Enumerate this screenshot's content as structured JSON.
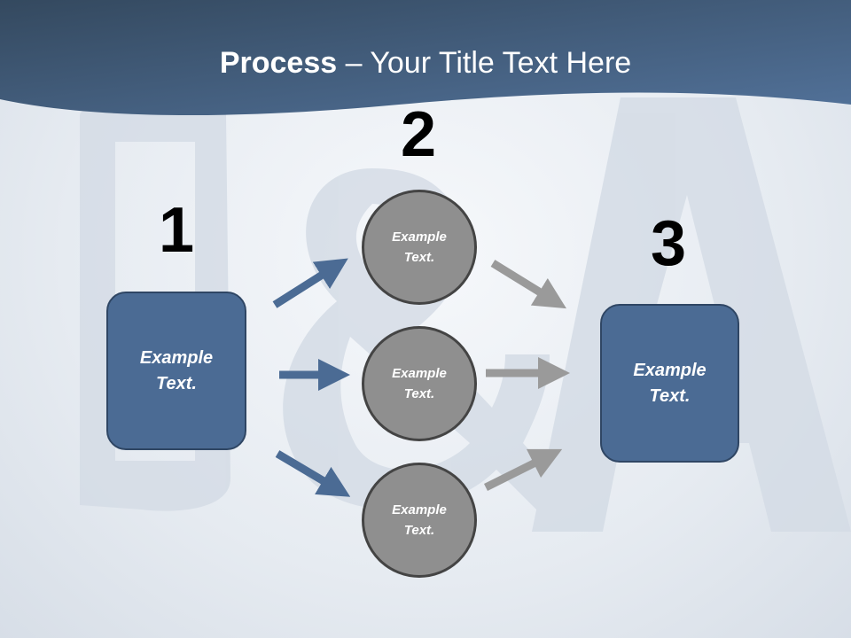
{
  "title": {
    "bold": "Process",
    "rest": " – Your Title Text Here"
  },
  "steps": [
    {
      "number": "1",
      "text": "Example\nText."
    },
    {
      "number": "2",
      "items": [
        "Example\nText.",
        "Example\nText.",
        "Example\nText."
      ]
    },
    {
      "number": "3",
      "text": "Example\nText."
    }
  ],
  "colors": {
    "header": "#3f5a7c",
    "box": "#4b6b94",
    "circle": "#8f8f8f",
    "arrow_blue": "#4b6b94",
    "arrow_gray": "#9a9a9a"
  }
}
